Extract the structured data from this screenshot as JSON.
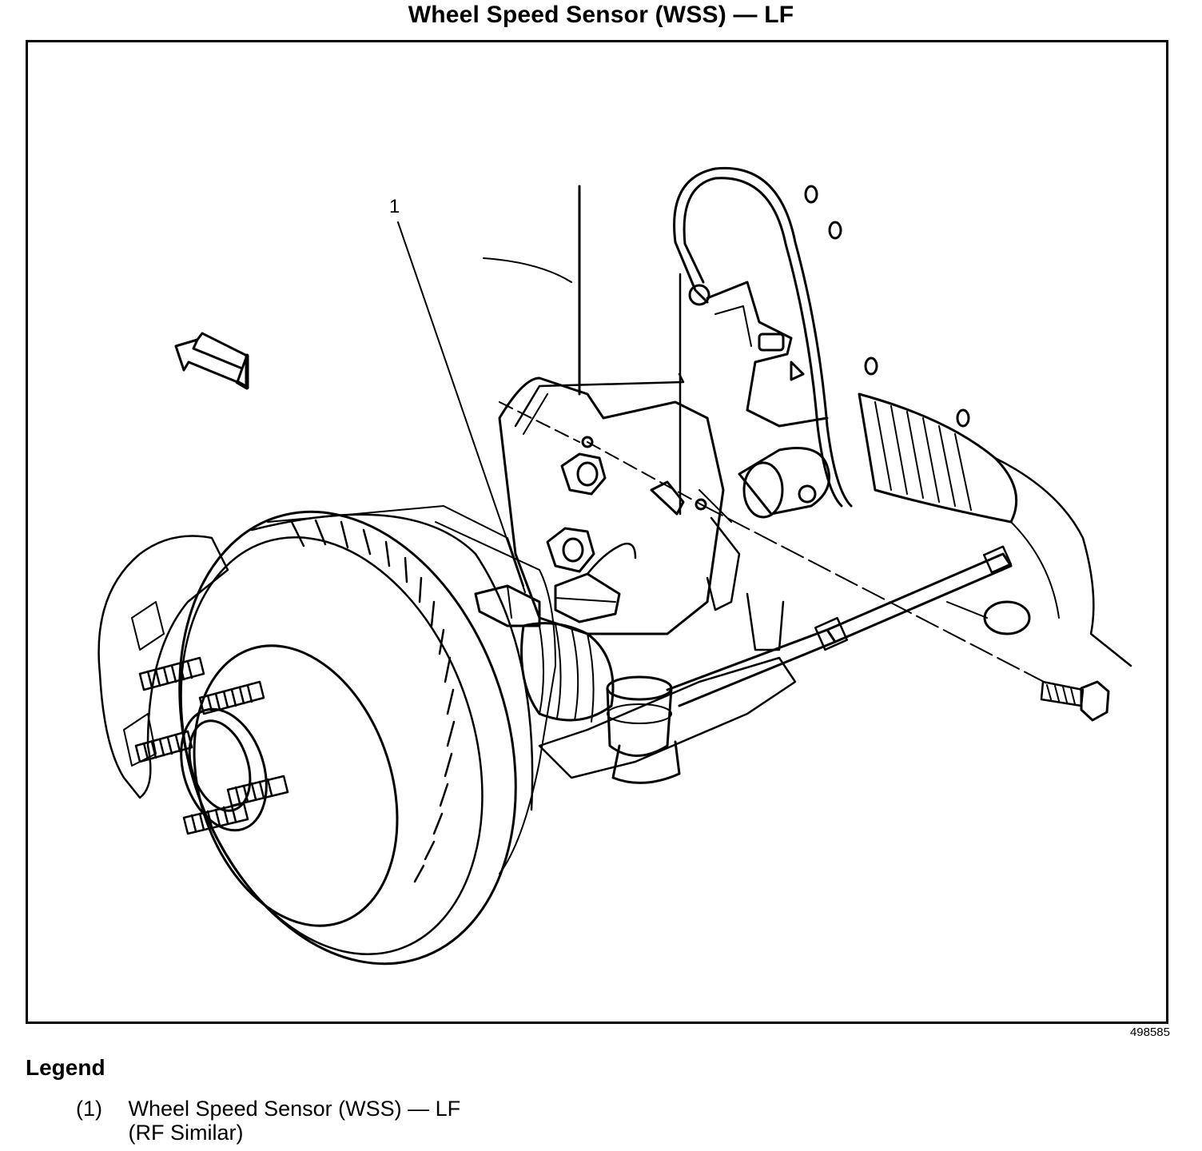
{
  "title": "Wheel Speed Sensor (WSS) — LF",
  "figure_id": "498585",
  "callout": "1",
  "legend": {
    "heading": "Legend",
    "items": [
      {
        "number": "(1)",
        "line1": "Wheel Speed Sensor (WSS) — LF",
        "line2": "(RF Similar)"
      }
    ]
  }
}
